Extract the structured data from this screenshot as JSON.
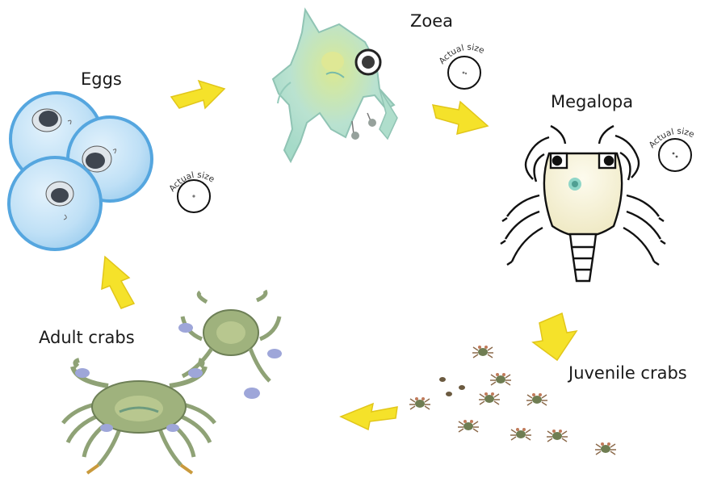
{
  "stages": {
    "eggs": "Eggs",
    "zoea": "Zoea",
    "megalopa": "Megalopa",
    "juvenile": "Juvenile crabs",
    "adult": "Adult crabs"
  },
  "size_note": "Actual size",
  "colors": {
    "arrow": "#f5e22a",
    "arrow_edge": "#e1c61a",
    "egg_fill": "#bfe0f6",
    "egg_edge": "#55a6df",
    "zoea": "#a9dcc8",
    "megalopa_body": "#f6f2d6",
    "crab_body": "#9fb27d",
    "crab_claw": "#9ea6d9"
  }
}
